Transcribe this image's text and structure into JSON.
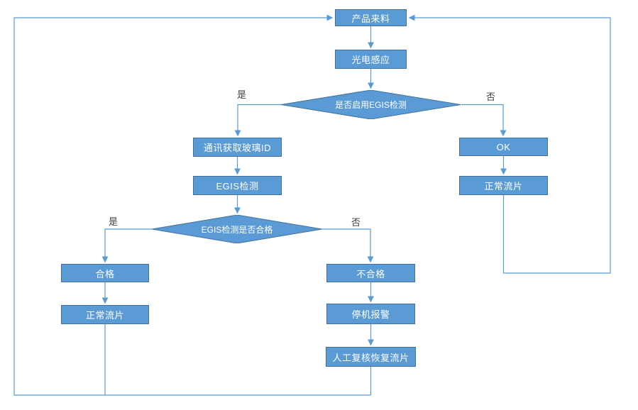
{
  "diagram": {
    "type": "flowchart",
    "language": "zh-CN",
    "background": "#FFFFFF"
  },
  "colors": {
    "node_fill": "#5B9BD5",
    "node_border": "#41719C",
    "connector": "#5B9BD5",
    "node_text": "#FFFFFF",
    "branch_label_text": "#3F3F3F"
  },
  "nodes": {
    "incoming": {
      "label": "产品来料",
      "type": "process"
    },
    "photoelectric": {
      "label": "光电感应",
      "type": "process"
    },
    "decision_enable_egis": {
      "label": "是否启用EGIS检测",
      "type": "decision"
    },
    "get_glass_id": {
      "label": "通讯获取玻璃ID",
      "type": "process"
    },
    "egis_test": {
      "label": "EGIS检测",
      "type": "process"
    },
    "decision_egis_pass": {
      "label": "EGIS检测是否合格",
      "type": "decision"
    },
    "pass": {
      "label": "合格",
      "type": "process"
    },
    "normal_flow_left": {
      "label": "正常流片",
      "type": "process"
    },
    "fail": {
      "label": "不合格",
      "type": "process"
    },
    "stop_alarm": {
      "label": "停机报警",
      "type": "process"
    },
    "manual_review": {
      "label": "人工复核恢复流片",
      "type": "process"
    },
    "ok": {
      "label": "OK",
      "type": "process"
    },
    "normal_flow_right": {
      "label": "正常流片",
      "type": "process"
    }
  },
  "branch_labels": {
    "enable_yes": "是",
    "enable_no": "否",
    "pass_yes": "是",
    "pass_no": "否"
  }
}
